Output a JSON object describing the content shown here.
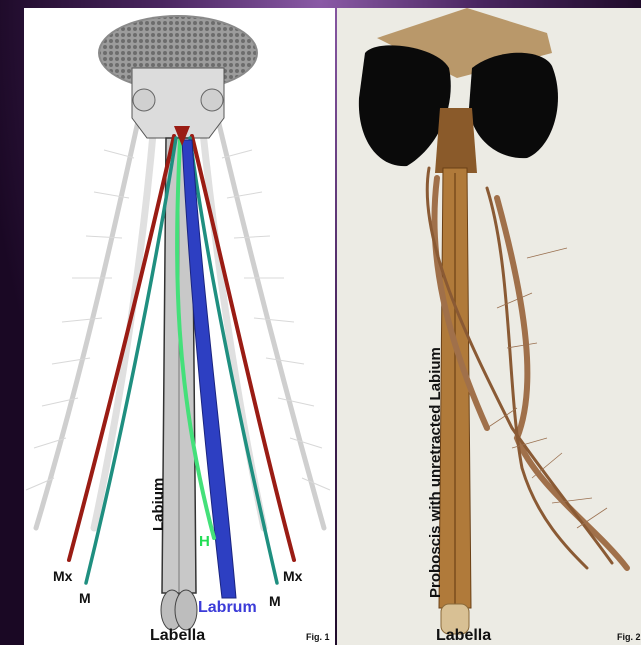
{
  "left_figure": {
    "caption": "Labella",
    "fig_number": "Fig. 1",
    "labels": {
      "labium": "Labium",
      "hypopharynx": "H",
      "labrum": "Labrum",
      "maxilla_left": "Mx",
      "maxilla_right": "Mx",
      "mandible_left": "M",
      "mandible_right": "M"
    },
    "colors": {
      "maxilla": "#9a1c14",
      "mandible": "#1f8f80",
      "hypopharynx": "#44e07a",
      "labrum": "#2d3fc2"
    }
  },
  "right_figure": {
    "caption": "Labella",
    "fig_number": "Fig. 2",
    "vertical_label": "Proboscis with unretracted Labium"
  }
}
